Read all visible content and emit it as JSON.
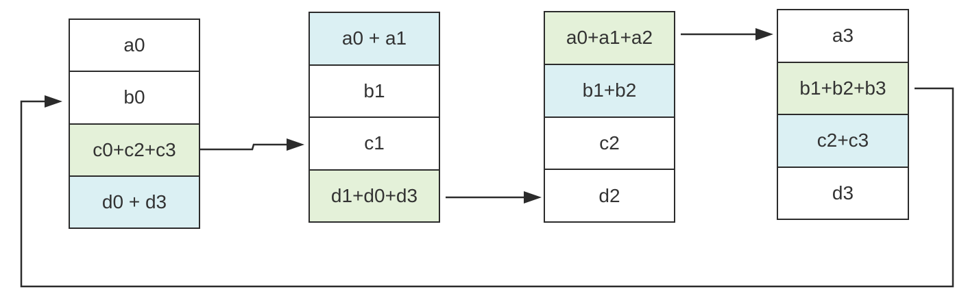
{
  "columns": [
    {
      "cells": [
        {
          "text": "a0",
          "fill": "#ffffff"
        },
        {
          "text": "b0",
          "fill": "#ffffff"
        },
        {
          "text": "c0+c2+c3",
          "fill": "#e4f1d9"
        },
        {
          "text": "d0 + d3",
          "fill": "#dbf0f3"
        }
      ]
    },
    {
      "cells": [
        {
          "text": "a0 + a1",
          "fill": "#dbf0f3"
        },
        {
          "text": "b1",
          "fill": "#ffffff"
        },
        {
          "text": "c1",
          "fill": "#ffffff"
        },
        {
          "text": "d1+d0+d3",
          "fill": "#e4f1d9"
        }
      ]
    },
    {
      "cells": [
        {
          "text": "a0+a1+a2",
          "fill": "#e4f1d9"
        },
        {
          "text": "b1+b2",
          "fill": "#dbf0f3"
        },
        {
          "text": "c2",
          "fill": "#ffffff"
        },
        {
          "text": "d2",
          "fill": "#ffffff"
        }
      ]
    },
    {
      "cells": [
        {
          "text": "a3",
          "fill": "#ffffff"
        },
        {
          "text": "b1+b2+b3",
          "fill": "#e4f1d9"
        },
        {
          "text": "c2+c3",
          "fill": "#dbf0f3"
        },
        {
          "text": "d3",
          "fill": "#ffffff"
        }
      ]
    }
  ],
  "colors": {
    "line": "#2b2b2b",
    "green": "#e4f1d9",
    "blue": "#dbf0f3",
    "text": "#333333"
  }
}
